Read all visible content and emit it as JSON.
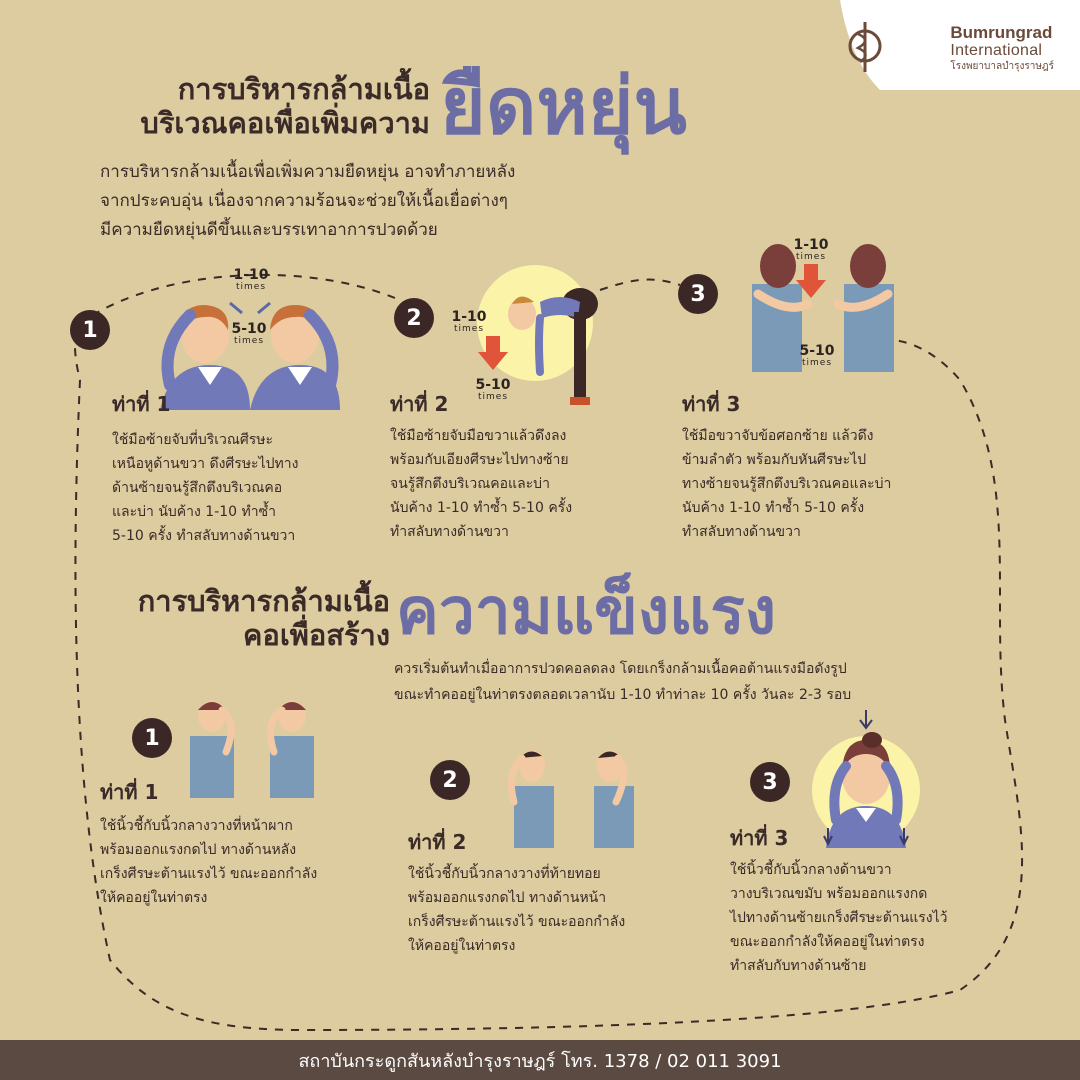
{
  "brand": {
    "name_line1": "Bumrungrad",
    "name_line2": "International",
    "name_th": "โรงพยาบาลบำรุงราษฎร์"
  },
  "section1": {
    "title_line1": "การบริหารกล้ามเนื้อ",
    "title_line2": "บริเวณคอเพื่อเพิ่มความ",
    "title_big": "ยืดหยุ่น",
    "intro": [
      "การบริหารกล้ามเนื้อเพื่อเพิ่มความยืดหยุ่น อาจทำภายหลัง",
      "จากประคบอุ่น เนื่องจากความร้อนจะช่วยให้เนื้อเยื่อต่างๆ",
      "มีความยืดหยุ่นดีขึ้นและบรรเทาอาการปวดด้วย"
    ],
    "steps": [
      {
        "num": "1",
        "title": "ท่าที่ 1",
        "hold": "1-10",
        "reps": "5-10",
        "unit": "times",
        "desc": [
          "ใช้มือซ้ายจับที่บริเวณศีรษะ",
          "เหนือหูด้านขวา ดึงศีรษะไปทาง",
          "ด้านซ้ายจนรู้สึกตึงบริเวณคอ",
          "และบ่า นับค้าง 1-10 ทำซ้ำ",
          "5-10 ครั้ง ทำสลับทางด้านขวา"
        ]
      },
      {
        "num": "2",
        "title": "ท่าที่ 2",
        "hold": "1-10",
        "reps": "5-10",
        "unit": "times",
        "desc": [
          "ใช้มือซ้ายจับมือขวาแล้วดึงลง",
          "พร้อมกับเอียงศีรษะไปทางซ้าย",
          "จนรู้สึกตึงบริเวณคอและบ่า",
          "นับค้าง 1-10 ทำซ้ำ 5-10 ครั้ง",
          "ทำสลับทางด้านขวา"
        ]
      },
      {
        "num": "3",
        "title": "ท่าที่ 3",
        "hold": "1-10",
        "reps": "5-10",
        "unit": "times",
        "desc": [
          "ใช้มือขวาจับข้อศอกซ้าย แล้วดึง",
          "ข้ามลำตัว พร้อมกับหันศีรษะไป",
          "ทางซ้ายจนรู้สึกตึงบริเวณคอและบ่า",
          "นับค้าง 1-10 ทำซ้ำ 5-10 ครั้ง",
          "ทำสลับทางด้านขวา"
        ]
      }
    ]
  },
  "section2": {
    "title_line1": "การบริหารกล้ามเนื้อ",
    "title_line2": "คอเพื่อสร้าง",
    "title_big": "ความแข็งแรง",
    "intro": [
      "ควรเริ่มต้นทำเมื่ออาการปวดคอลดลง โดยเกร็งกล้ามเนื้อคอต้านแรงมือดังรูป",
      "ขณะทำคออยู่ในท่าตรงตลอดเวลานับ 1-10 ทำท่าละ 10 ครั้ง วันละ 2-3 รอบ"
    ],
    "steps": [
      {
        "num": "1",
        "title": "ท่าที่ 1",
        "desc": [
          "ใช้นิ้วชี้กับนิ้วกลางวางที่หน้าผาก",
          "พร้อมออกแรงกดไป ทางด้านหลัง",
          "เกร็งศีรษะต้านแรงไว้ ขณะออกกำลัง",
          "ให้คออยู่ในท่าตรง"
        ]
      },
      {
        "num": "2",
        "title": "ท่าที่ 2",
        "desc": [
          "ใช้นิ้วชี้กับนิ้วกลางวางที่ท้ายทอย",
          "พร้อมออกแรงกดไป ทางด้านหน้า",
          "เกร็งศีรษะต้านแรงไว้ ขณะออกกำลัง",
          "ให้คออยู่ในท่าตรง"
        ]
      },
      {
        "num": "3",
        "title": "ท่าที่ 3",
        "desc": [
          "ใช้นิ้วชี้กับนิ้วกลางด้านขวา",
          "วางบริเวณขมับ พร้อมออกแรงกด",
          "ไปทางด้านซ้ายเกร็งศีรษะต้านแรงไว้",
          "ขณะออกกำลังให้คออยู่ในท่าตรง",
          "ทำสลับกับทางด้านซ้าย"
        ]
      }
    ]
  },
  "footer": {
    "text": "สถาบันกระดูกสันหลังบำรุงราษฎร์ โทร. 1378 / 02 011 3091"
  },
  "colors": {
    "background": "#dccca0",
    "accent": "#6d6da5",
    "dark": "#3b2725",
    "footer": "#5b4a42"
  }
}
